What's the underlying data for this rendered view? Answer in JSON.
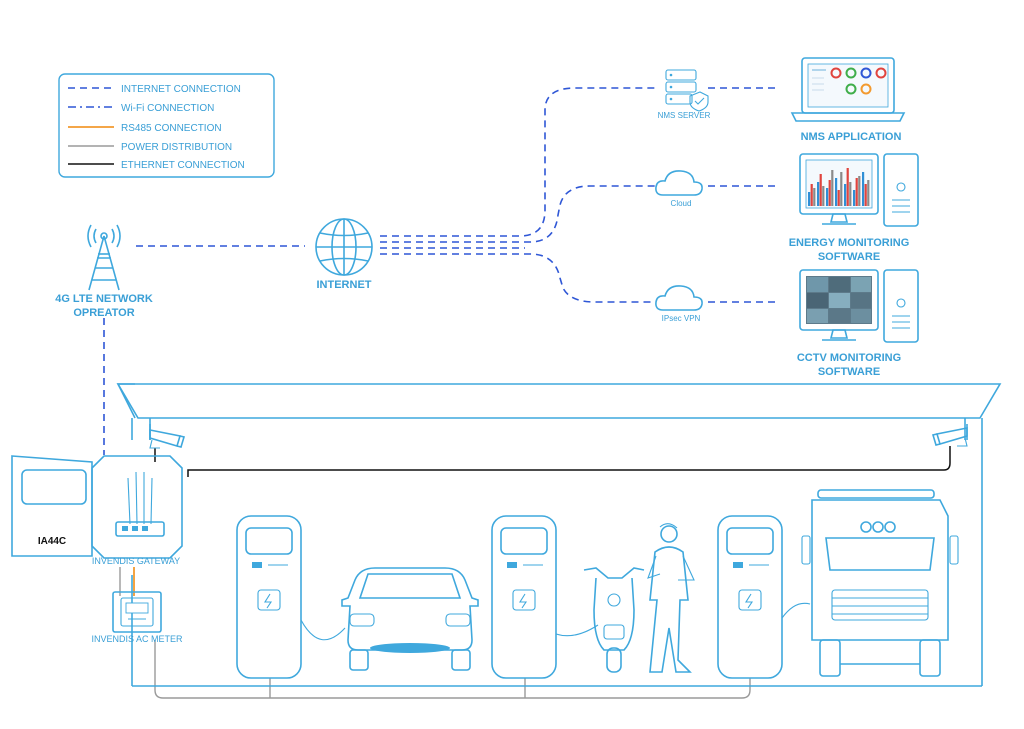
{
  "legend": {
    "internet": "INTERNET CONNECTION",
    "wifi": "Wi-Fi CONNECTION",
    "rs485": "RS485 CONNECTION",
    "power": "POWER DISTRIBUTION",
    "ethernet": "ETHERNET CONNECTION"
  },
  "nodes": {
    "tower": {
      "line1": "4G LTE NETWORK",
      "line2": "OPREATOR"
    },
    "internet": "INTERNET",
    "nms_server": "NMS SERVER",
    "cloud": "Cloud",
    "vpn": "IPsec VPN",
    "nms_app": "NMS APPLICATION",
    "energy": {
      "line1": "ENERGY MONITORING",
      "line2": "SOFTWARE"
    },
    "cctv": {
      "line1": "CCTV MONITORING",
      "line2": "SOFTWARE"
    },
    "cabinet": "IA44C",
    "gateway": "INVENDIS GATEWAY",
    "meter": "INVENDIS AC METER"
  },
  "colors": {
    "accent": "#3fa8dd",
    "internet": "#2f57d6",
    "rs485": "#f39a2e",
    "power": "#9a9a9a",
    "ethernet": "#111111"
  },
  "energy_bars": [
    [
      0.35,
      0.55,
      0.45
    ],
    [
      0.6,
      0.8,
      0.5
    ],
    [
      0.45,
      0.65,
      0.9
    ],
    [
      0.7,
      0.4,
      0.85
    ],
    [
      0.55,
      0.95,
      0.6
    ],
    [
      0.4,
      0.7,
      0.75
    ],
    [
      0.85,
      0.55,
      0.65
    ]
  ],
  "nms_dials": [
    "#e0443e",
    "#3fae4a",
    "#2f57d6",
    "#e0443e",
    "#3fae4a",
    "#f39a2e"
  ]
}
